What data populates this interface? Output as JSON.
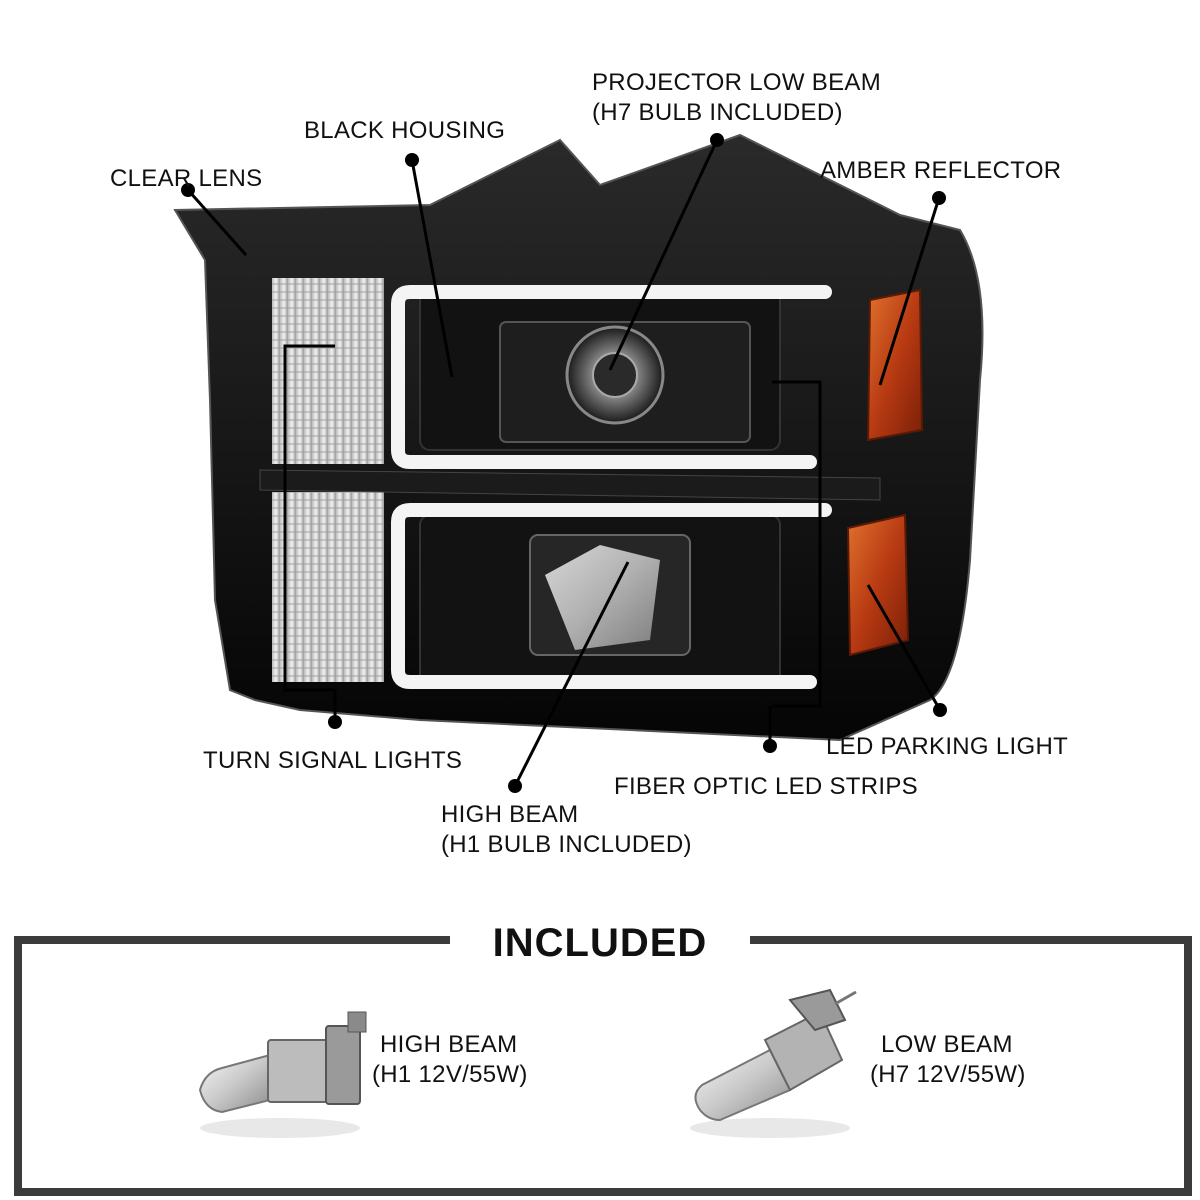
{
  "callouts": {
    "projector_low_beam": [
      "PROJECTOR LOW BEAM",
      "(H7 BULB INCLUDED)"
    ],
    "black_housing": "BLACK HOUSING",
    "clear_lens": "CLEAR LENS",
    "amber_reflector": "AMBER REFLECTOR",
    "turn_signal_lights": "TURN SIGNAL LIGHTS",
    "led_parking_light": "LED PARKING LIGHT",
    "fiber_optic_led_strips": "FIBER OPTIC LED STRIPS",
    "high_beam": [
      "HIGH BEAM",
      "(H1 BULB INCLUDED)"
    ]
  },
  "included": {
    "title": "INCLUDED",
    "items": [
      {
        "label": [
          "HIGH BEAM",
          "(H1 12V/55W)"
        ],
        "icon": "h1-bulb-icon"
      },
      {
        "label": [
          "LOW BEAM",
          "(H7 12V/55W)"
        ],
        "icon": "h7-bulb-icon"
      }
    ]
  },
  "colors": {
    "housing": "#0d0d0d",
    "led_strip": "#f4f4f4",
    "amber": "#c8481a",
    "frame": "#3b3b3b"
  }
}
